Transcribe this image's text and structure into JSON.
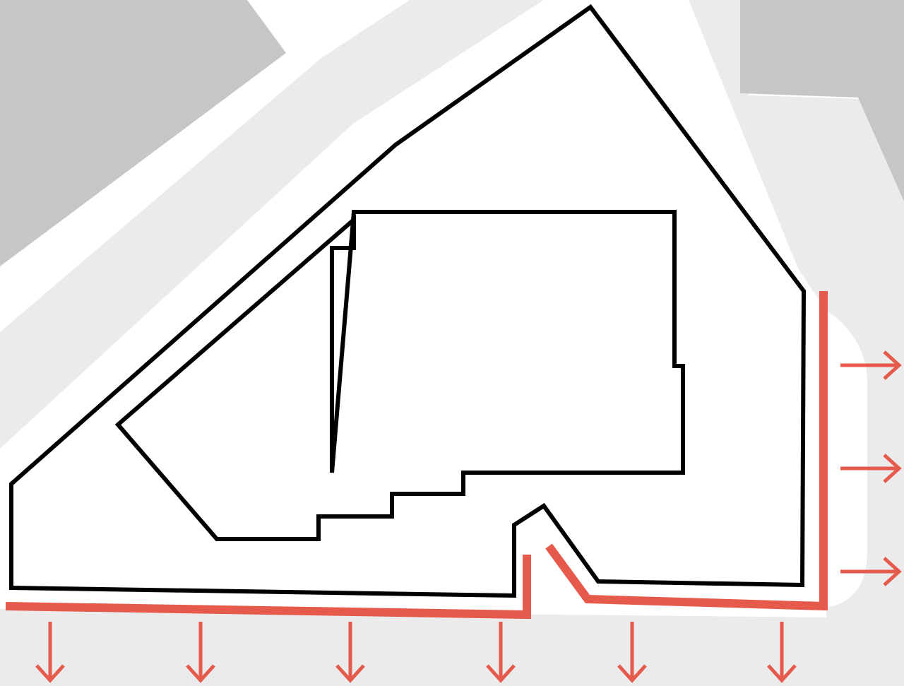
{
  "diagram": {
    "type": "site-plan",
    "text_labels": [],
    "colors": {
      "background": "#ffffff",
      "street": "#ebebeb",
      "neighbor_building": "#c6c6c6",
      "outline": "#000000",
      "frontage": "#e65a4c"
    },
    "elements": {
      "streets": [
        "north-west-street",
        "east-street",
        "south-street"
      ],
      "neighbor_buildings": [
        "neighbor-building-north-west",
        "neighbor-building-north-east"
      ],
      "site": [
        "site-boundary",
        "building-footprint"
      ],
      "frontage_lines": [
        "frontage-line-east",
        "frontage-line-south-west",
        "frontage-line-south-east"
      ],
      "arrows": {
        "east": [
          "arrow-right-icon",
          "arrow-right-icon",
          "arrow-right-icon"
        ],
        "south": [
          "arrow-down-icon",
          "arrow-down-icon",
          "arrow-down-icon",
          "arrow-down-icon",
          "arrow-down-icon",
          "arrow-down-icon"
        ]
      }
    }
  }
}
